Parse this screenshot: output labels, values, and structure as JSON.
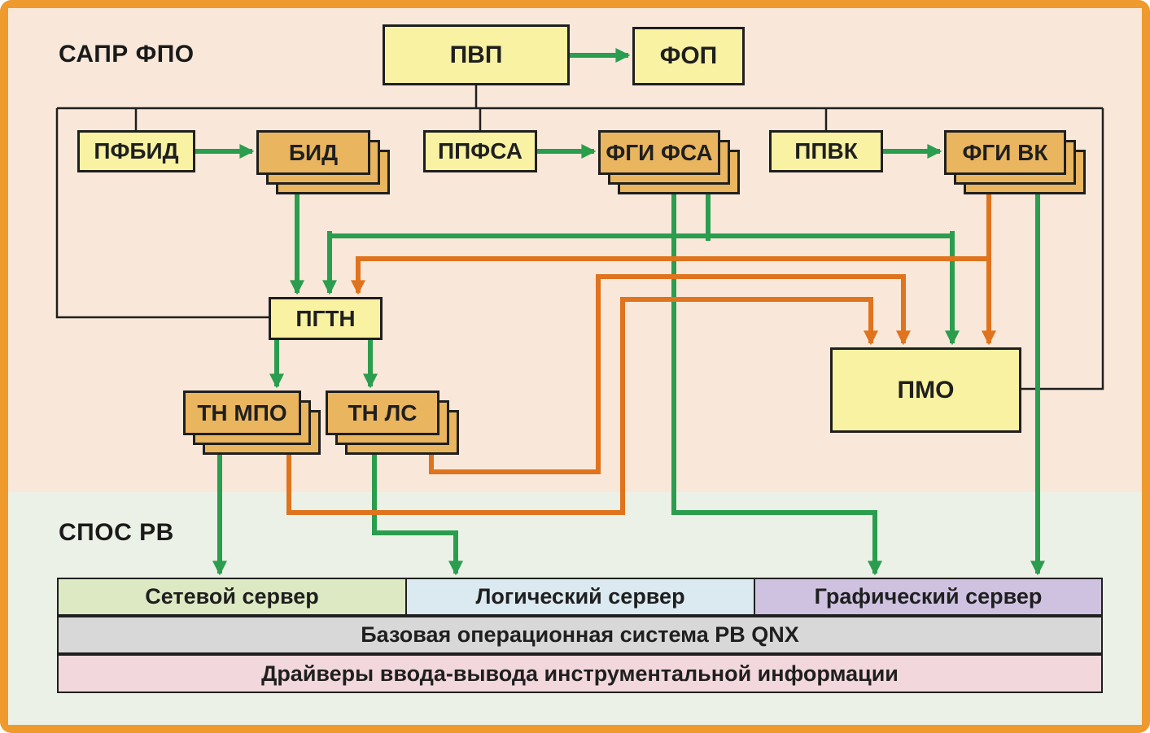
{
  "diagram": {
    "section_top": "САПР ФПО",
    "section_bottom": "СПОС РВ",
    "nodes": {
      "pvp": "ПВП",
      "fop": "ФОП",
      "pfbid": "ПФБИД",
      "bid": "БИД",
      "ppfsa": "ППФСА",
      "fgi_fsa": "ФГИ ФСА",
      "ppvk": "ППВК",
      "fgi_vk": "ФГИ ВК",
      "pgtn": "ПГТН",
      "pmo": "ПМО",
      "tn_mpo": "ТН МПО",
      "tn_ls": "ТН ЛС"
    },
    "servers": [
      {
        "label": "Сетевой сервер",
        "color": "#dde9c3"
      },
      {
        "label": "Логический сервер",
        "color": "#dbe9f1"
      },
      {
        "label": "Графический сервер",
        "color": "#cfc2e1"
      }
    ],
    "platform": [
      {
        "label": "Базовая операционная система РВ QNX",
        "color": "#d8d8d8"
      },
      {
        "label": "Драйверы ввода-вывода инструментальной информации",
        "color": "#f2d7dc"
      }
    ],
    "colors": {
      "flow_green": "#2a9d4e",
      "flow_orange": "#e0731d",
      "frame_orange": "#ef9a2d",
      "node_yellow": "#f9f2a2",
      "stack_tan": "#e9b55f"
    },
    "edges": [
      {
        "from": "ПВП",
        "to": "ФОП",
        "color": "green"
      },
      {
        "from": "ПФБИД",
        "to": "БИД",
        "color": "green"
      },
      {
        "from": "ППФСА",
        "to": "ФГИ ФСА",
        "color": "green"
      },
      {
        "from": "ППВК",
        "to": "ФГИ ВК",
        "color": "green"
      },
      {
        "from": "БИД",
        "to": "ПГТН",
        "color": "green"
      },
      {
        "from": "ФГИ ФСА",
        "to": "ПГТН",
        "color": "green"
      },
      {
        "from": "ФГИ ФСА",
        "to": "ПМО",
        "color": "green"
      },
      {
        "from": "ФГИ ФСА",
        "to": "Графический сервер",
        "color": "green"
      },
      {
        "from": "ФГИ ВК",
        "to": "ПГТН",
        "color": "orange"
      },
      {
        "from": "ФГИ ВК",
        "to": "ПМО",
        "color": "orange"
      },
      {
        "from": "ФГИ ВК",
        "to": "Графический сервер",
        "color": "green"
      },
      {
        "from": "ПГТН",
        "to": "ТН МПО",
        "color": "green"
      },
      {
        "from": "ПГТН",
        "to": "ТН ЛС",
        "color": "green"
      },
      {
        "from": "ТН МПО",
        "to": "ПМО",
        "color": "orange"
      },
      {
        "from": "ТН ЛС",
        "to": "ПМО",
        "color": "orange"
      },
      {
        "from": "ТН МПО",
        "to": "Сетевой сервер",
        "color": "green"
      },
      {
        "from": "ТН ЛС",
        "to": "Логический сервер",
        "color": "green"
      }
    ]
  }
}
